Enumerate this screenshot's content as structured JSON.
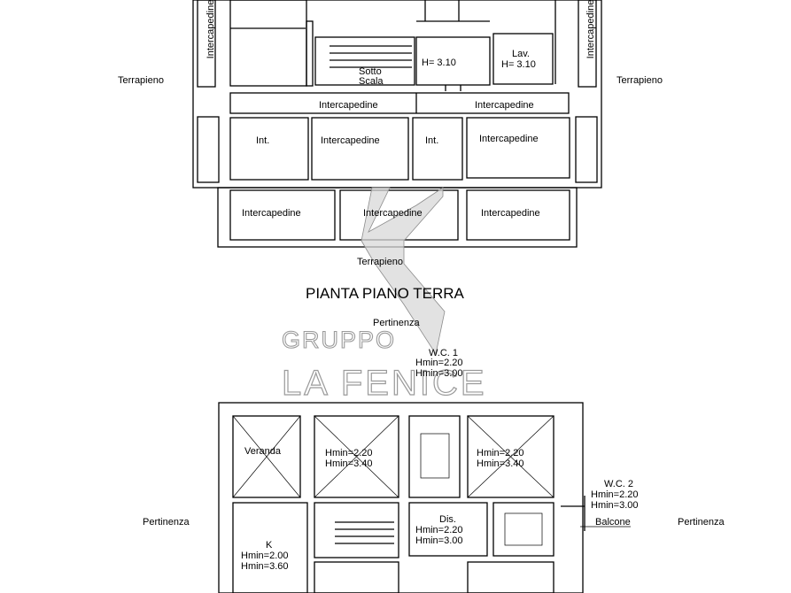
{
  "upper_plan": {
    "labels": {
      "intercapedine_top_left": "Intercapedine",
      "intercapedine_top_right": "Intercapedine",
      "terrapieno_left": "Terrapieno",
      "terrapieno_right": "Terrapieno",
      "sotto": "Sotto",
      "scala": "Scala",
      "height_center": "H= 3.10",
      "lav": "Lav.",
      "height_lav": "H= 3.10",
      "intercapedine_mid_left": "Intercapedine",
      "intercapedine_mid_right": "Intercapedine",
      "int_1": "Int.",
      "intercapedine_row2_a": "Intercapedine",
      "int_2": "Int.",
      "intercapedine_row2_b": "Intercapedine",
      "intercapedine_row3_a": "Intercapedine",
      "intercapedine_row3_b": "Intercapedine",
      "intercapedine_row3_c": "Intercapedine",
      "terrapieno_bottom": "Terrapieno"
    }
  },
  "title": "PIANTA PIANO TERRA",
  "lower_plan": {
    "labels": {
      "pertinenza_top": "Pertinenza",
      "wc1": "W.C. 1",
      "wc1_hmin": "Hmin=2.20",
      "wc1_hmax": "Hmin=3.00",
      "veranda": "Veranda",
      "room1_hmin": "Hmin=2.20",
      "room1_hmax": "Hmin=3.40",
      "room2_hmin": "Hmin=2.20",
      "room2_hmax": "Hmin=3.40",
      "wc2": "W.C. 2",
      "wc2_hmin": "Hmin=2.20",
      "wc2_hmax": "Hmin=3.00",
      "pertinenza_left": "Pertinenza",
      "pertinenza_right": "Pertinenza",
      "dis": "Dis.",
      "dis_hmin": "Hmin=2.20",
      "dis_hmax": "Hmin=3.00",
      "balcone": "Balcone",
      "k": "K",
      "k_hmin": "Hmin=2.00",
      "k_hmax": "Hmin=3.60"
    }
  },
  "watermark": {
    "line1": "GRUPPO",
    "line2": "LA FENICE"
  },
  "colors": {
    "line": "#000000",
    "watermark": "#9a9a9a",
    "background": "#ffffff"
  }
}
